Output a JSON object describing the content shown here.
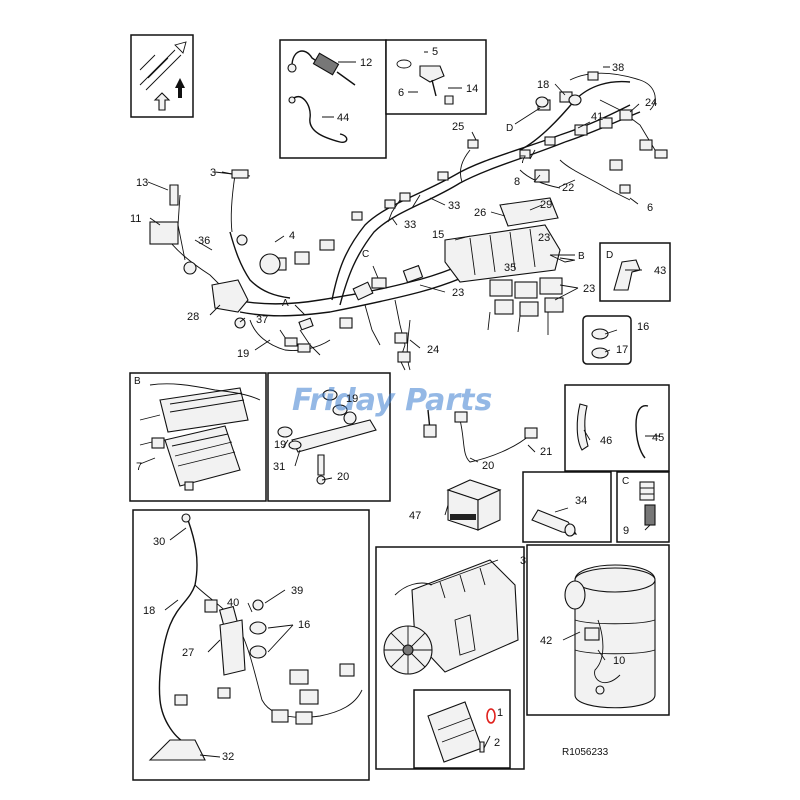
{
  "watermark": "Friday Parts",
  "reference_code": "R1056233",
  "callouts": [
    "12",
    "5",
    "6",
    "14",
    "38",
    "18",
    "24",
    "D",
    "41",
    "44",
    "25",
    "7",
    "8",
    "22",
    "13",
    "3",
    "6",
    "33",
    "33",
    "11",
    "36",
    "4",
    "C",
    "15",
    "29",
    "26",
    "23",
    "B",
    "35",
    "43",
    "23",
    "D",
    "23",
    "A",
    "28",
    "37",
    "19",
    "24",
    "16",
    "17",
    "B",
    "19",
    "19",
    "46",
    "45",
    "7",
    "31",
    "20",
    "20",
    "21",
    "C",
    "34",
    "47",
    "9",
    "30",
    "39",
    "40",
    "18",
    "16",
    "27",
    "42",
    "10",
    "1",
    "2",
    "32",
    "3"
  ],
  "colors": {
    "line": "#111111",
    "watermark": "#3d7fd0",
    "highlight": "#e0201c"
  }
}
